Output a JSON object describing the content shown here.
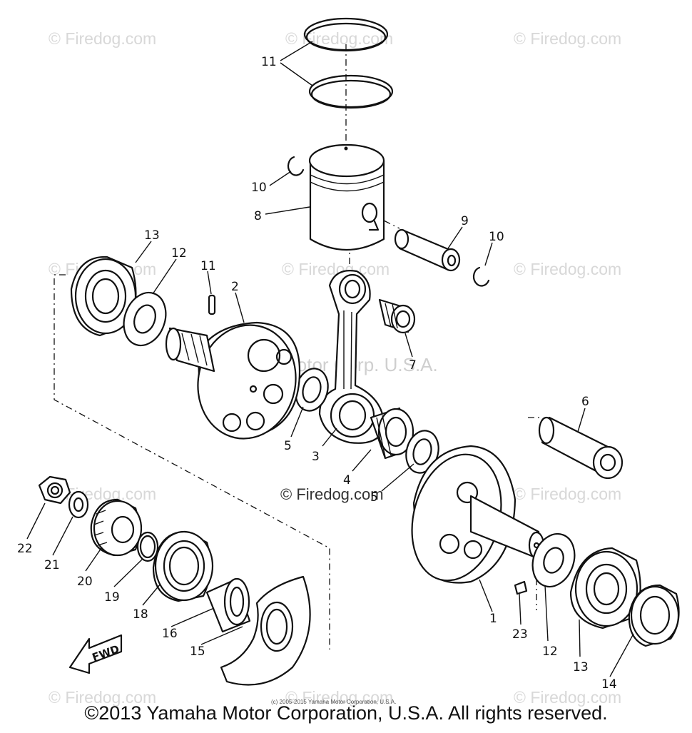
{
  "watermarks": {
    "site": "© Firedog.com",
    "centre": "Yamaha Motor Corp. U.S.A.",
    "fine_print": "(c) 2005-2015 Yamaha Motor Corporation, U.S.A."
  },
  "copyright": "©2013 Yamaha Motor Corporation, U.S.A. All rights reserved.",
  "fwd_label": "FWD",
  "callouts": {
    "c11_top": "11",
    "c10_left": "10",
    "c8": "8",
    "c9": "9",
    "c10_right": "10",
    "c13_left": "13",
    "c12_left": "12",
    "c11_mid": "11",
    "c2": "2",
    "c7": "7",
    "c6": "6",
    "c5_left": "5",
    "c3": "3",
    "c4": "4",
    "c5_right": "5",
    "c22": "22",
    "c21": "21",
    "c20": "20",
    "c19": "19",
    "c18": "18",
    "c16": "16",
    "c15": "15",
    "c1": "1",
    "c23": "23",
    "c12_right": "12",
    "c13_right": "13",
    "c14": "14"
  }
}
